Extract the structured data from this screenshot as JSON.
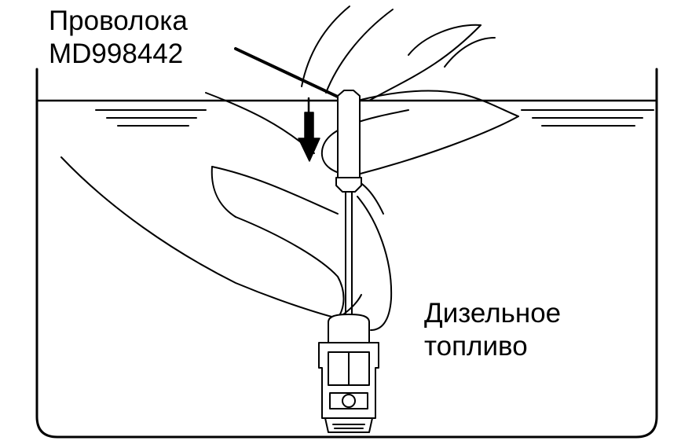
{
  "labels": {
    "wire_line1": "Проволока",
    "wire_line2": "MD998442",
    "fuel_line1": "Дизельное",
    "fuel_line2": "топливо"
  },
  "colors": {
    "ink": "#000000",
    "background": "#ffffff"
  },
  "icons": [
    "downward-arrow-icon"
  ]
}
